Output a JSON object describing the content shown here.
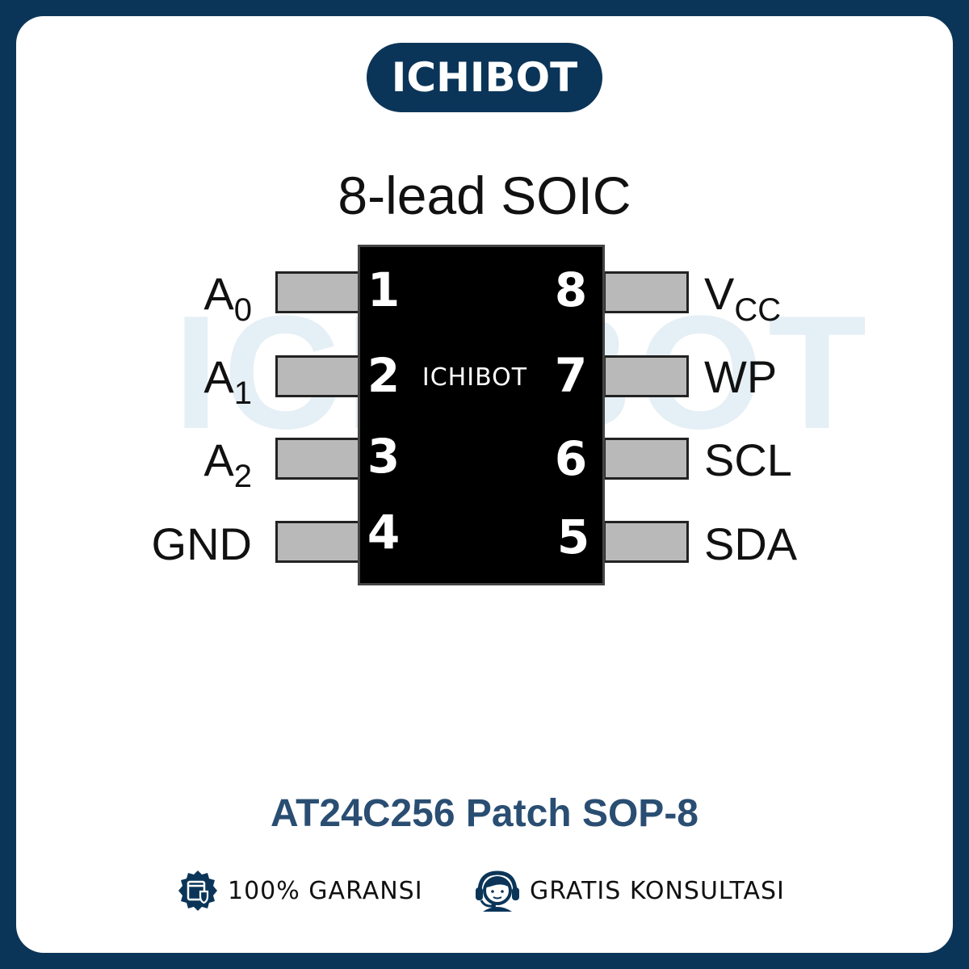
{
  "brand": "ICHIBOT",
  "diagram": {
    "title": "8-lead SOIC",
    "watermark": "ICHIBOT",
    "chip_label": "ICHIBOT",
    "pins_left": [
      {
        "num": "1",
        "name": "A",
        "sub": "0"
      },
      {
        "num": "2",
        "name": "A",
        "sub": "1"
      },
      {
        "num": "3",
        "name": "A",
        "sub": "2"
      },
      {
        "num": "4",
        "name": "GND",
        "sub": ""
      }
    ],
    "pins_right": [
      {
        "num": "8",
        "name": "V",
        "sub": "CC"
      },
      {
        "num": "7",
        "name": "WP",
        "sub": ""
      },
      {
        "num": "6",
        "name": "SCL",
        "sub": ""
      },
      {
        "num": "5",
        "name": "SDA",
        "sub": ""
      }
    ]
  },
  "product_name": "AT24C256 Patch SOP-8",
  "features": [
    {
      "icon": "shield-badge-icon",
      "label": "100% GARANSI"
    },
    {
      "icon": "headset-support-icon",
      "label": "GRATIS KONSULTASI"
    }
  ],
  "colors": {
    "navy": "#0b3558",
    "title_text": "#2a4e72",
    "chip": "#000000",
    "lead": "#b9b9b9"
  }
}
